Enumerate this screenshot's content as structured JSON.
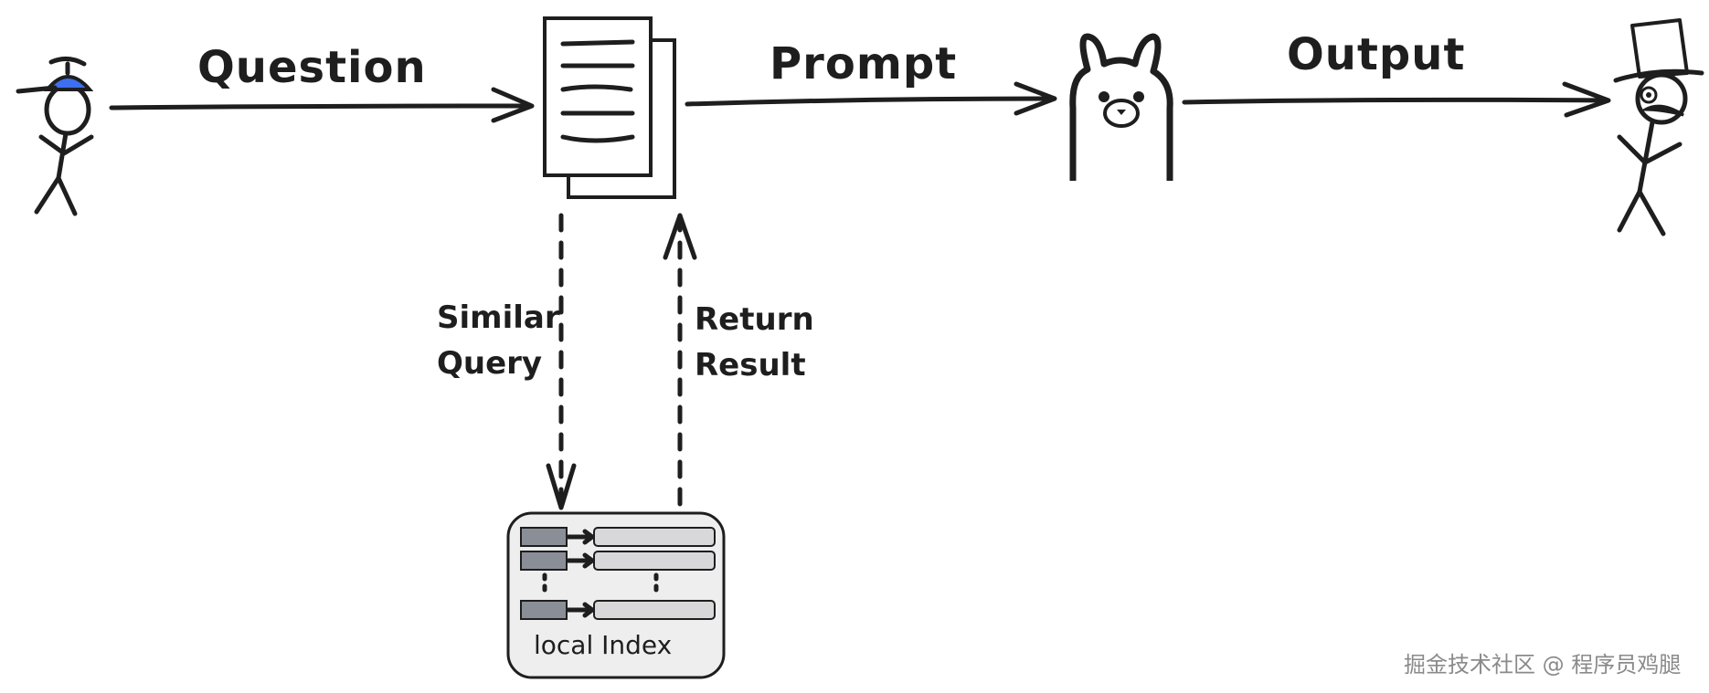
{
  "labels": {
    "question": "Question",
    "prompt": "Prompt",
    "output": "Output",
    "similar_query": [
      "Similar",
      "Query"
    ],
    "return_result": [
      "Return",
      "Result"
    ],
    "local_index": "local Index"
  },
  "watermark": "掘金技术社区 @ 程序员鸡腿",
  "nodes": {
    "user_icon": "stick-figure-with-propeller-cap",
    "document_icon": "stacked-documents",
    "llm_icon": "llama",
    "receiver_icon": "stick-figure-with-top-hat-and-monocle",
    "index_icon": "local-index-table"
  },
  "colors": {
    "ink": "#1e1e1e",
    "cap_accent": "#3d6ff0",
    "index_bg": "#eeeeee",
    "key_cell": "#8a8e96",
    "value_cell": "#d8d8da"
  }
}
